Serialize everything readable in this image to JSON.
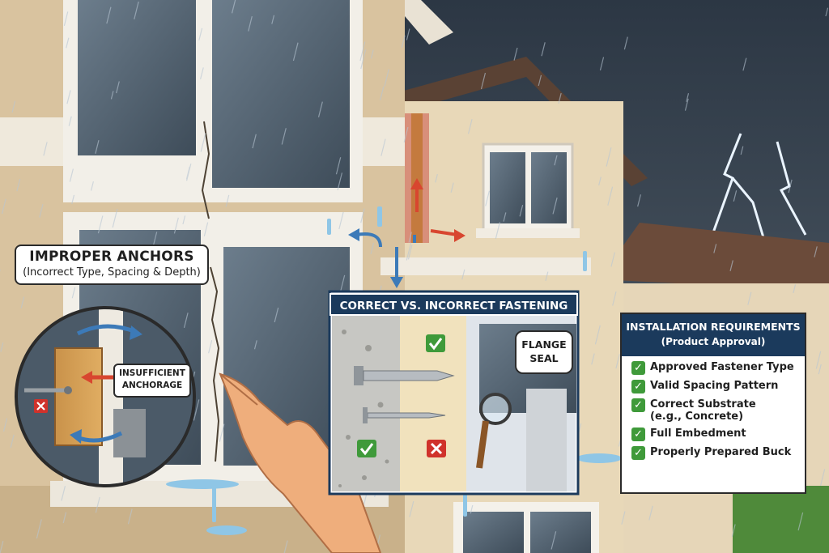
{
  "callouts": {
    "improper_anchors": {
      "title": "IMPROPER ANCHORS",
      "subtitle": "(Incorrect Type, Spacing & Depth)"
    },
    "insufficient_anchorage": {
      "line1": "INSUFFICIENT",
      "line2": "ANCHORAGE"
    },
    "flange_seal": {
      "line1": "FLANGE",
      "line2": "SEAL"
    }
  },
  "fastening_panel": {
    "title": "CORRECT VS. INCORRECT FASTENING"
  },
  "requirements_panel": {
    "title": "INSTALLATION REQUIREMENTS",
    "subtitle": "(Product Approval)",
    "items": [
      "Approved Fastener Type",
      "Valid Spacing Pattern",
      "Correct Substrate\n(e.g., Concrete)",
      "Full Embedment",
      "Properly Prepared Buck"
    ]
  },
  "icons": {
    "check": "check-icon",
    "cross": "cross-icon",
    "magnifier": "magnifier-icon",
    "lightning": "lightning-icon"
  },
  "colors": {
    "panel_header": "#1b3a5c",
    "check_green": "#3f9a3a",
    "cross_red": "#d0322b",
    "arrow_blue": "#3c7ab8",
    "arrow_red": "#d8462f",
    "wall_stucco": "#e4d3b4",
    "sky": "#3b4856",
    "water": "#8fc6e6"
  }
}
